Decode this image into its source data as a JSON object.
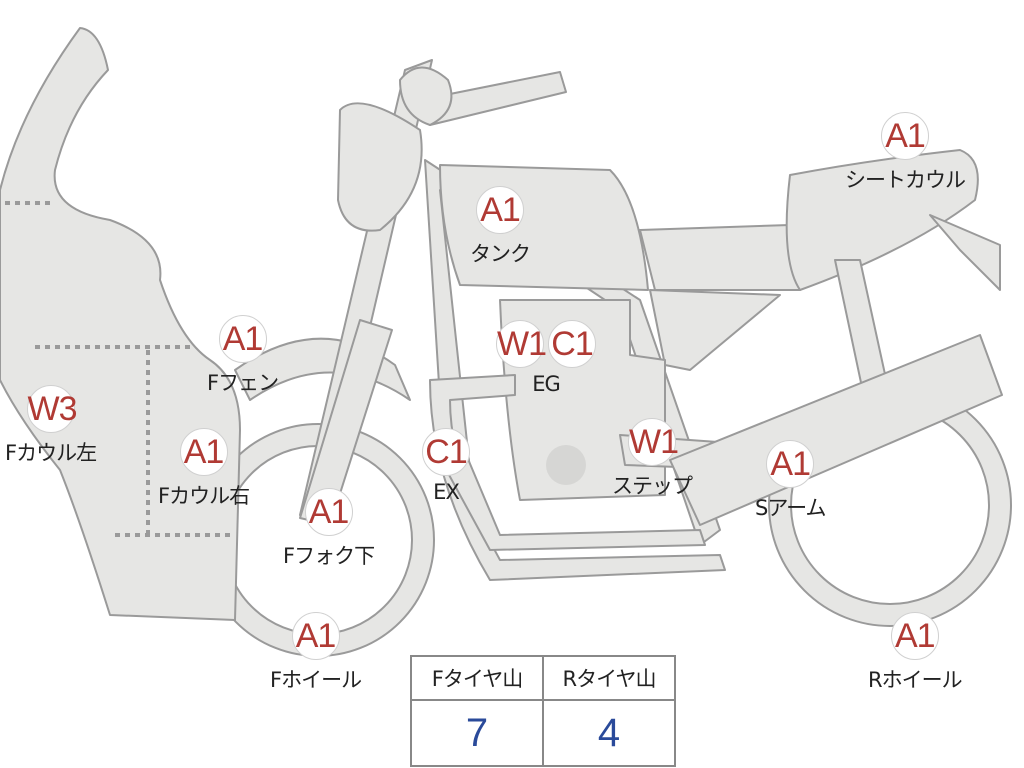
{
  "parts": [
    {
      "id": "f-cowl-left",
      "grade": "W3",
      "label": "Fカウル左"
    },
    {
      "id": "f-cowl-right",
      "grade": "A1",
      "label": "Fカウル右"
    },
    {
      "id": "f-fender",
      "grade": "A1",
      "label": "Fフェン"
    },
    {
      "id": "f-fork-lower",
      "grade": "A1",
      "label": "Fフォク下"
    },
    {
      "id": "f-wheel",
      "grade": "A1",
      "label": "Fホイール"
    },
    {
      "id": "tank",
      "grade": "A1",
      "label": "タンク"
    },
    {
      "id": "engine",
      "grades": [
        "W1",
        "C1"
      ],
      "label": "EG"
    },
    {
      "id": "exhaust",
      "grade": "C1",
      "label": "EX"
    },
    {
      "id": "step",
      "grade": "W1",
      "label": "ステップ"
    },
    {
      "id": "swing-arm",
      "grade": "A1",
      "label": "Sアーム"
    },
    {
      "id": "seat-cowl",
      "grade": "A1",
      "label": "シートカウル"
    },
    {
      "id": "r-wheel",
      "grade": "A1",
      "label": "Rホイール"
    }
  ],
  "tire_tread": {
    "front_label": "Fタイヤ山",
    "rear_label": "Rタイヤ山",
    "front_value": "7",
    "rear_value": "4"
  },
  "colors": {
    "grade_text": "#b03a34",
    "tread_value": "#2a4a9a",
    "body_fill": "#e6e6e4",
    "outline": "#9a9a9a"
  }
}
